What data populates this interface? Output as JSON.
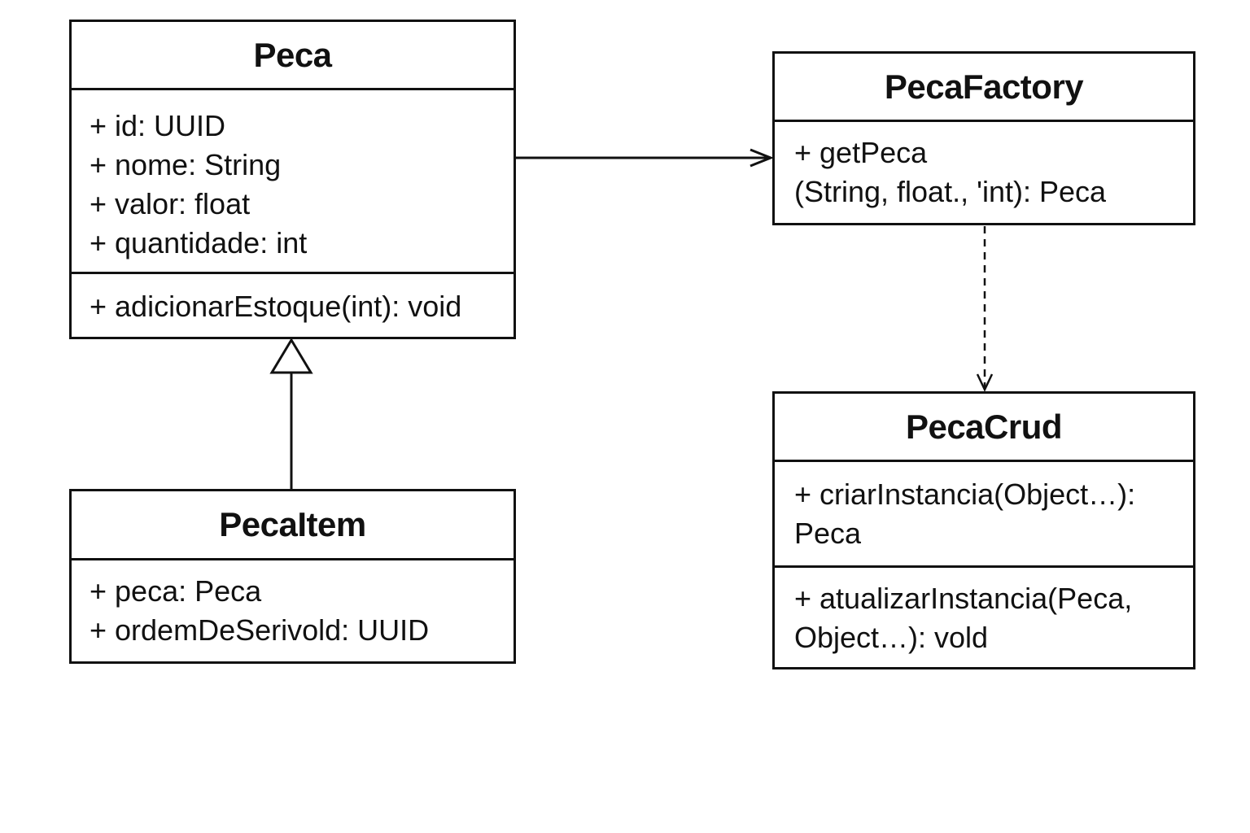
{
  "classes": {
    "peca": {
      "name": "Peca",
      "attributes": [
        "+ id: UUID",
        "+ nome: String",
        "+ valor: float",
        "+ quantidade: int"
      ],
      "operations": [
        "+ adicionarEstoque(int): void"
      ]
    },
    "pecaitem": {
      "name": "PecaItem",
      "attributes": [
        "+ peca: Peca",
        "+ ordemDeSerivold: UUID"
      ]
    },
    "pecafactory": {
      "name": "PecaFactory",
      "operations": [
        "+ getPeca",
        "(String, float., 'int): Peca"
      ]
    },
    "pecacrud": {
      "name": "PecaCrud",
      "operations_a": [
        "+ criarInstancia(Object…):",
        "Peca"
      ],
      "operations_b": [
        "+ atualizarInstancia(Peca,",
        "Object…): vold"
      ]
    }
  },
  "relationships": [
    {
      "from": "Peca",
      "to": "PecaFactory",
      "kind": "association"
    },
    {
      "from": "PecaItem",
      "to": "Peca",
      "kind": "generalization"
    },
    {
      "from": "PecaFactory",
      "to": "PecaCrud",
      "kind": "dependency"
    }
  ]
}
